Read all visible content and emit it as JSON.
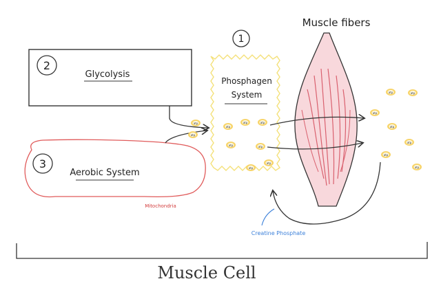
{
  "title": "Muscle fibers",
  "bottom_label": "Muscle Cell",
  "systems": {
    "phosphagen": {
      "number": "1",
      "line1": "Phosphagen",
      "line2": "System"
    },
    "glycolysis": {
      "number": "2",
      "label": "Glycolysis"
    },
    "aerobic": {
      "number": "3",
      "label": "Aerobic System",
      "sublabel": "Mitochondria"
    }
  },
  "creatine_label": "Creatine Phosphate",
  "atp_label": "ATP",
  "colors": {
    "ink": "#333333",
    "aerobic_outline": "#e05a5a",
    "mitochondria_text": "#d23b3b",
    "phosphagen_outline": "#f4e17a",
    "atp_fill": "#f7d46a",
    "muscle_fill": "#f2b8c0",
    "muscle_fiber": "#d9606e",
    "creatine_text": "#3a7fd9"
  }
}
